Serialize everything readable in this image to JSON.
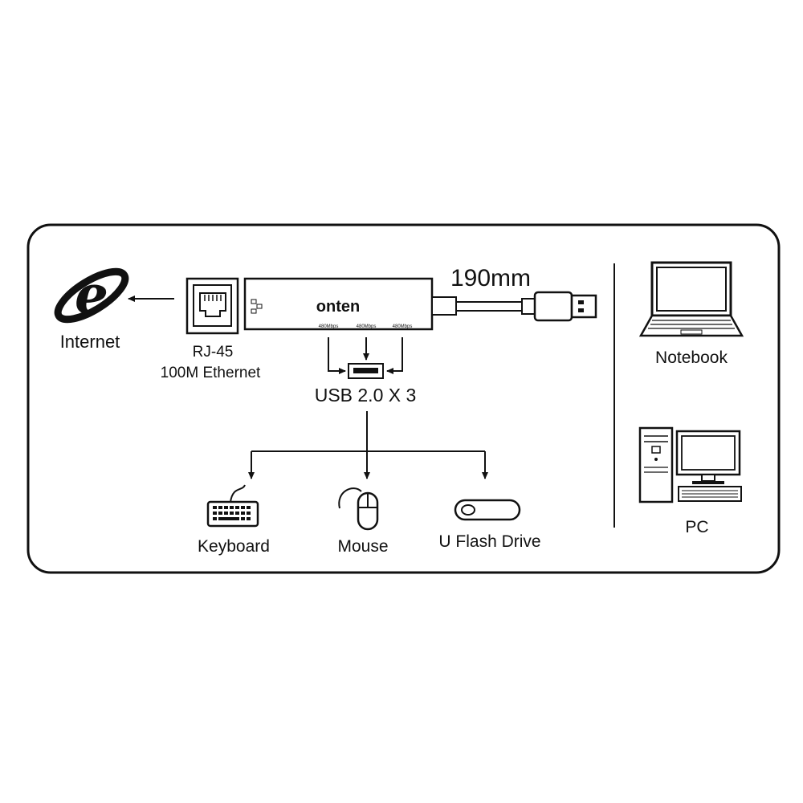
{
  "connection_length": "190mm",
  "brand": "onten",
  "port_speeds": [
    "480Mbps",
    "480Mbps",
    "480Mbps"
  ],
  "labels": {
    "internet": "Internet",
    "rj45_line1": "RJ-45",
    "rj45_line2": "100M Ethernet",
    "usb_ports": "USB 2.0 X 3",
    "keyboard": "Keyboard",
    "mouse": "Mouse",
    "flash_drive": "U Flash Drive",
    "notebook": "Notebook",
    "pc": "PC"
  },
  "icons": {
    "internet": "internet-explorer-icon",
    "rj45": "ethernet-port-icon",
    "usb_port": "usb-port-icon",
    "usb_plug": "usb-plug-icon",
    "keyboard": "keyboard-icon",
    "mouse": "mouse-icon",
    "flash_drive": "flash-drive-icon",
    "notebook": "laptop-icon",
    "pc": "desktop-pc-icon"
  },
  "colors": {
    "line": "#111111",
    "background": "#ffffff"
  }
}
